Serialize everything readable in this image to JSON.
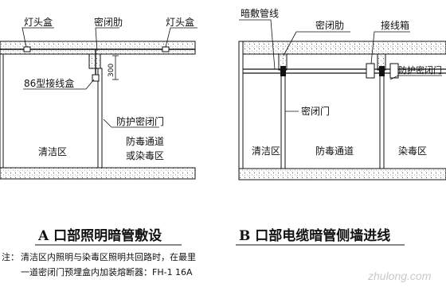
{
  "diagram_a": {
    "labels": {
      "lamp_box_left": "灯头盒",
      "seal_rib": "密闭肋",
      "lamp_box_right": "灯头盒",
      "junction_box_86": "86型接线盒",
      "dim_300": "300",
      "protective_door": "防护密闭门",
      "clean_zone": "清洁区",
      "gas_passage_1": "防毒通道",
      "gas_passage_2": "或染毒区"
    },
    "title": "A 口部照明暗管敷设"
  },
  "diagram_b": {
    "labels": {
      "conduit": "暗敷管线",
      "seal_rib": "密闭肋",
      "junction_box": "接线箱",
      "protective_door": "防护密闭门",
      "seal_door": "密闭门",
      "clean_zone": "清洁区",
      "gas_passage": "防毒通道",
      "contaminated_zone": "染毒区"
    },
    "title": "B 口部电缆暗管侧墙进线"
  },
  "note": {
    "prefix": "注：",
    "line1": "清洁区内照明与染毒区照明共回路时，在最里",
    "line2": "一道密闭门预埋盒内加装熔断器：FH-1 16A"
  },
  "watermark": "zhulong.com"
}
